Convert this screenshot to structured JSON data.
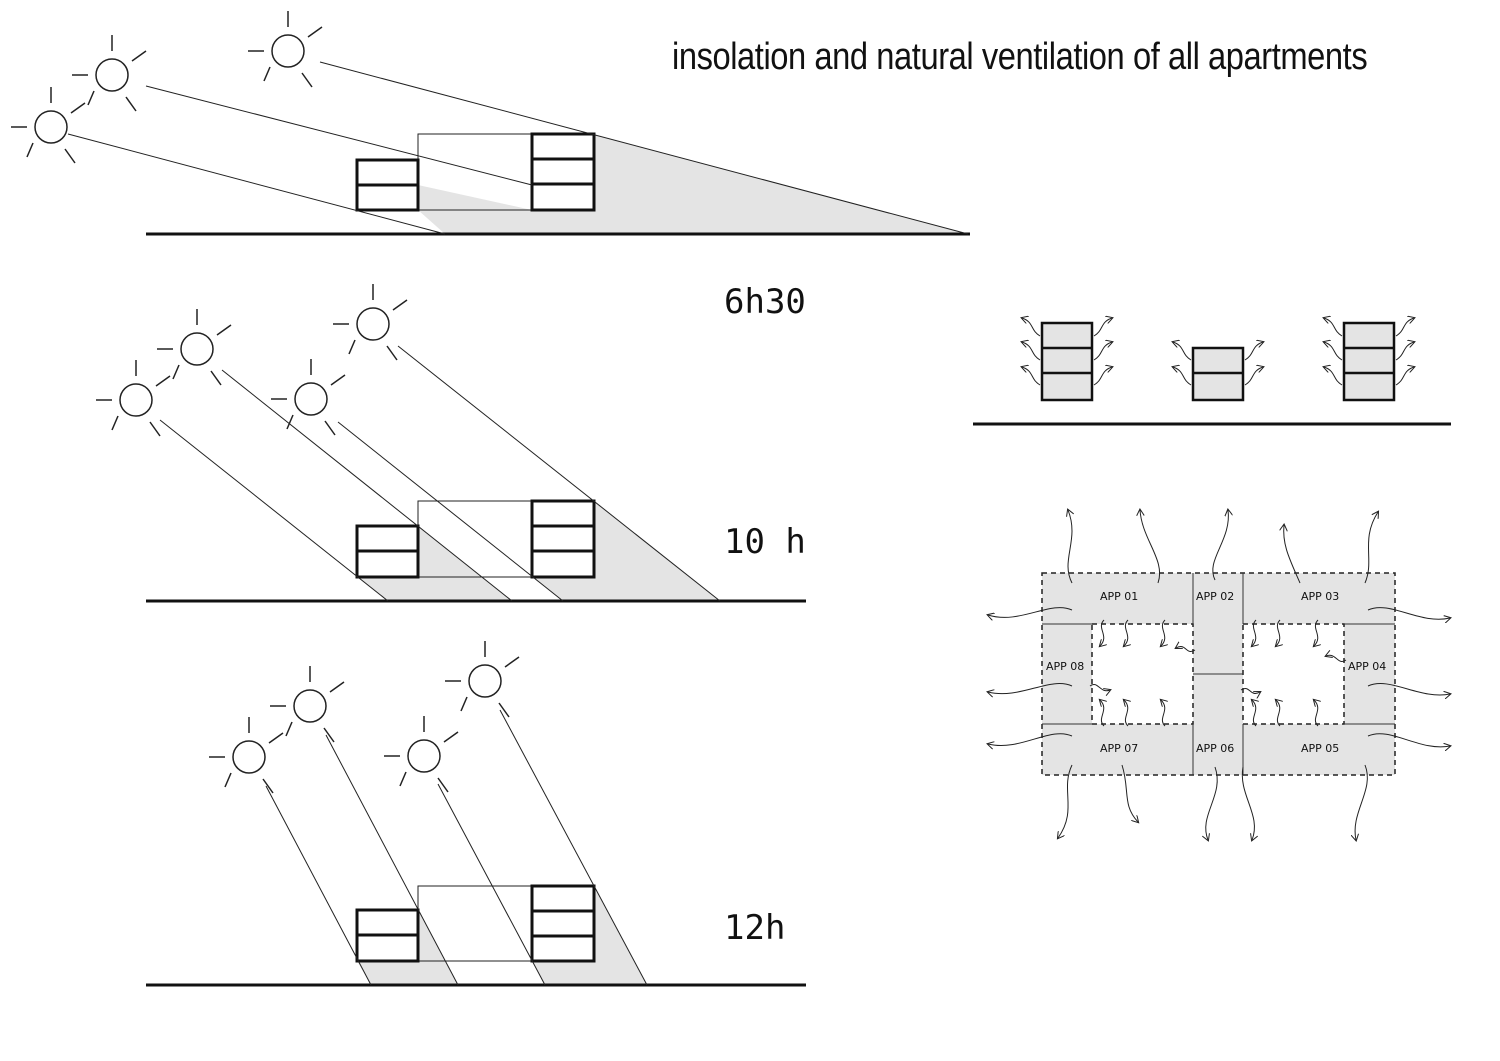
{
  "title": "insolation and natural ventilation of all apartments",
  "times": [
    "6h30",
    "10 h",
    "12h"
  ],
  "apartments": [
    "APP 01",
    "APP 02",
    "APP 03",
    "APP 04",
    "APP 05",
    "APP 06",
    "APP 07",
    "APP 08"
  ]
}
